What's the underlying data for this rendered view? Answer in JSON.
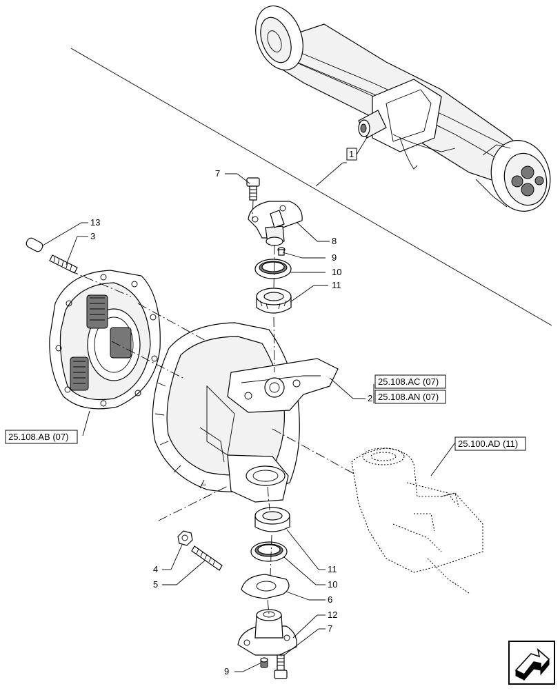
{
  "callouts": {
    "c1": "1",
    "c2": "2",
    "c3": "3",
    "c4": "4",
    "c5": "5",
    "c6": "6",
    "c7a": "7",
    "c7b": "7",
    "c8": "8",
    "c9a": "9",
    "c9b": "9",
    "c10a": "10",
    "c10b": "10",
    "c11a": "11",
    "c11b": "11",
    "c12": "12",
    "c13": "13"
  },
  "references": {
    "ref_ac": "25.108.AC (07)",
    "ref_an": "25.108.AN (07)",
    "ref_ab": "25.108.AB (07)",
    "ref_ad": "25.100.AD (11)"
  },
  "icons": {
    "navigation": "next-page-arrow-icon"
  }
}
